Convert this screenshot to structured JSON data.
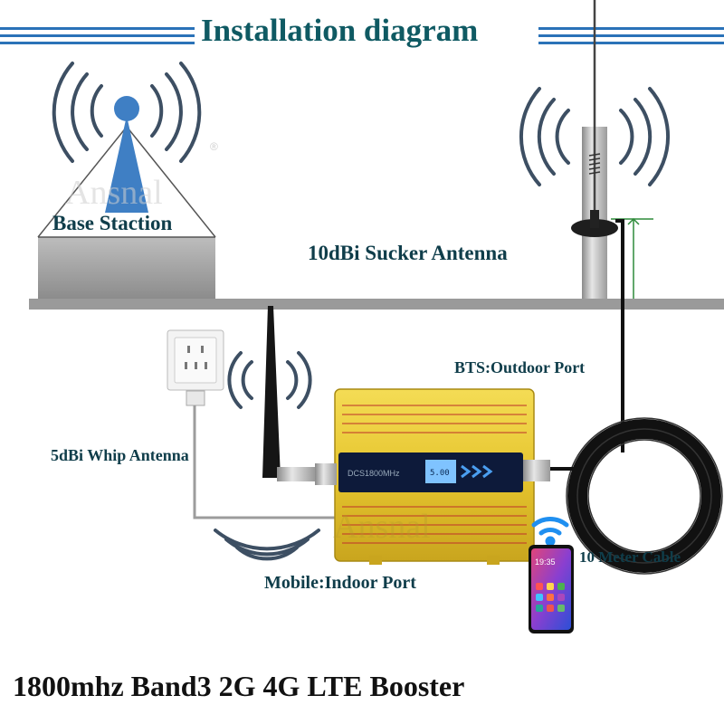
{
  "title": "Installation diagram",
  "labels": {
    "base_station": "Base Staction",
    "sucker_antenna": "10dBi Sucker Antenna",
    "outdoor_port": "BTS:Outdoor Port",
    "whip_antenna": "5dBi Whip Antenna",
    "meter_cable": "10 Meter Cable",
    "indoor_port": "Mobile:Indoor Port"
  },
  "device": {
    "screen_text": "DCS1800MHz",
    "lcd_text": "5.00"
  },
  "phone": {
    "clock": "19:35"
  },
  "watermark": "Ansnal",
  "footer": "1800mhz Band3 2G 4G LTE Booster",
  "colors": {
    "title_text": "#0f5a63",
    "title_stripe": "#2a72b8",
    "label_text": "#0f3d4a",
    "wave": "#3d4f63",
    "booster_gold": "#e8c832",
    "ground": "#9a9a9a"
  }
}
